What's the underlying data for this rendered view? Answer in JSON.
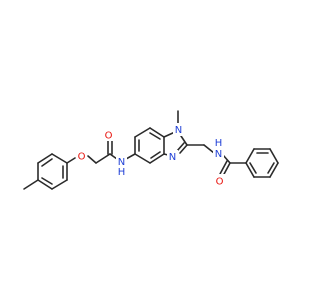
{
  "molecule": {
    "colors": {
      "bond": "#2b2b2b",
      "carbon": "#2b2b2b",
      "nitrogen": "#1f3fd6",
      "oxygen": "#e8120c",
      "background": "#ffffff"
    },
    "atom_labels": {
      "amide_nh_left": "N",
      "amide_nh_left_h": "H",
      "amide_o_left": "O",
      "ether_o": "O",
      "ring_n_methyl": "N",
      "ring_n_imine": "N",
      "amide_nh_right": "N",
      "amide_nh_right_h": "H",
      "amide_o_right": "O"
    }
  }
}
